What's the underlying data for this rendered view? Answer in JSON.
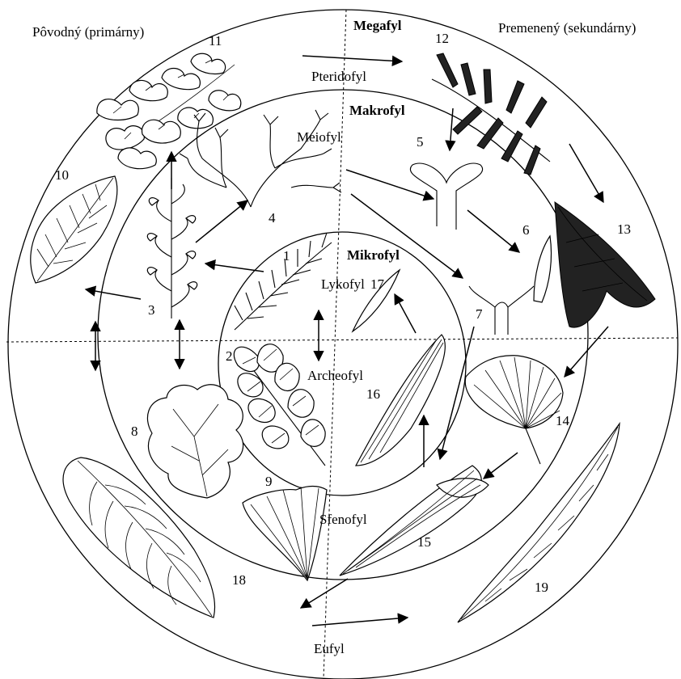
{
  "header": {
    "left_label": "Pôvodný (primárny)",
    "top_center_label": "Megafyl",
    "right_label": "Premenený (sekundárny)"
  },
  "zones": {
    "pteridofyl": "Pteridofyl",
    "makrofyl": "Makrofyl",
    "meiofyl": "Meiofyl",
    "mikrofyl": "Mikrofyl",
    "lykofyl": "Lykofyl",
    "archeofyl": "Archeofyl",
    "sfenofyl": "Sfenofyl",
    "eufyl": "Eufyl"
  },
  "numbers": [
    "1",
    "2",
    "3",
    "4",
    "5",
    "6",
    "7",
    "8",
    "9",
    "10",
    "11",
    "12",
    "13",
    "14",
    "15",
    "16",
    "17",
    "18",
    "19"
  ]
}
